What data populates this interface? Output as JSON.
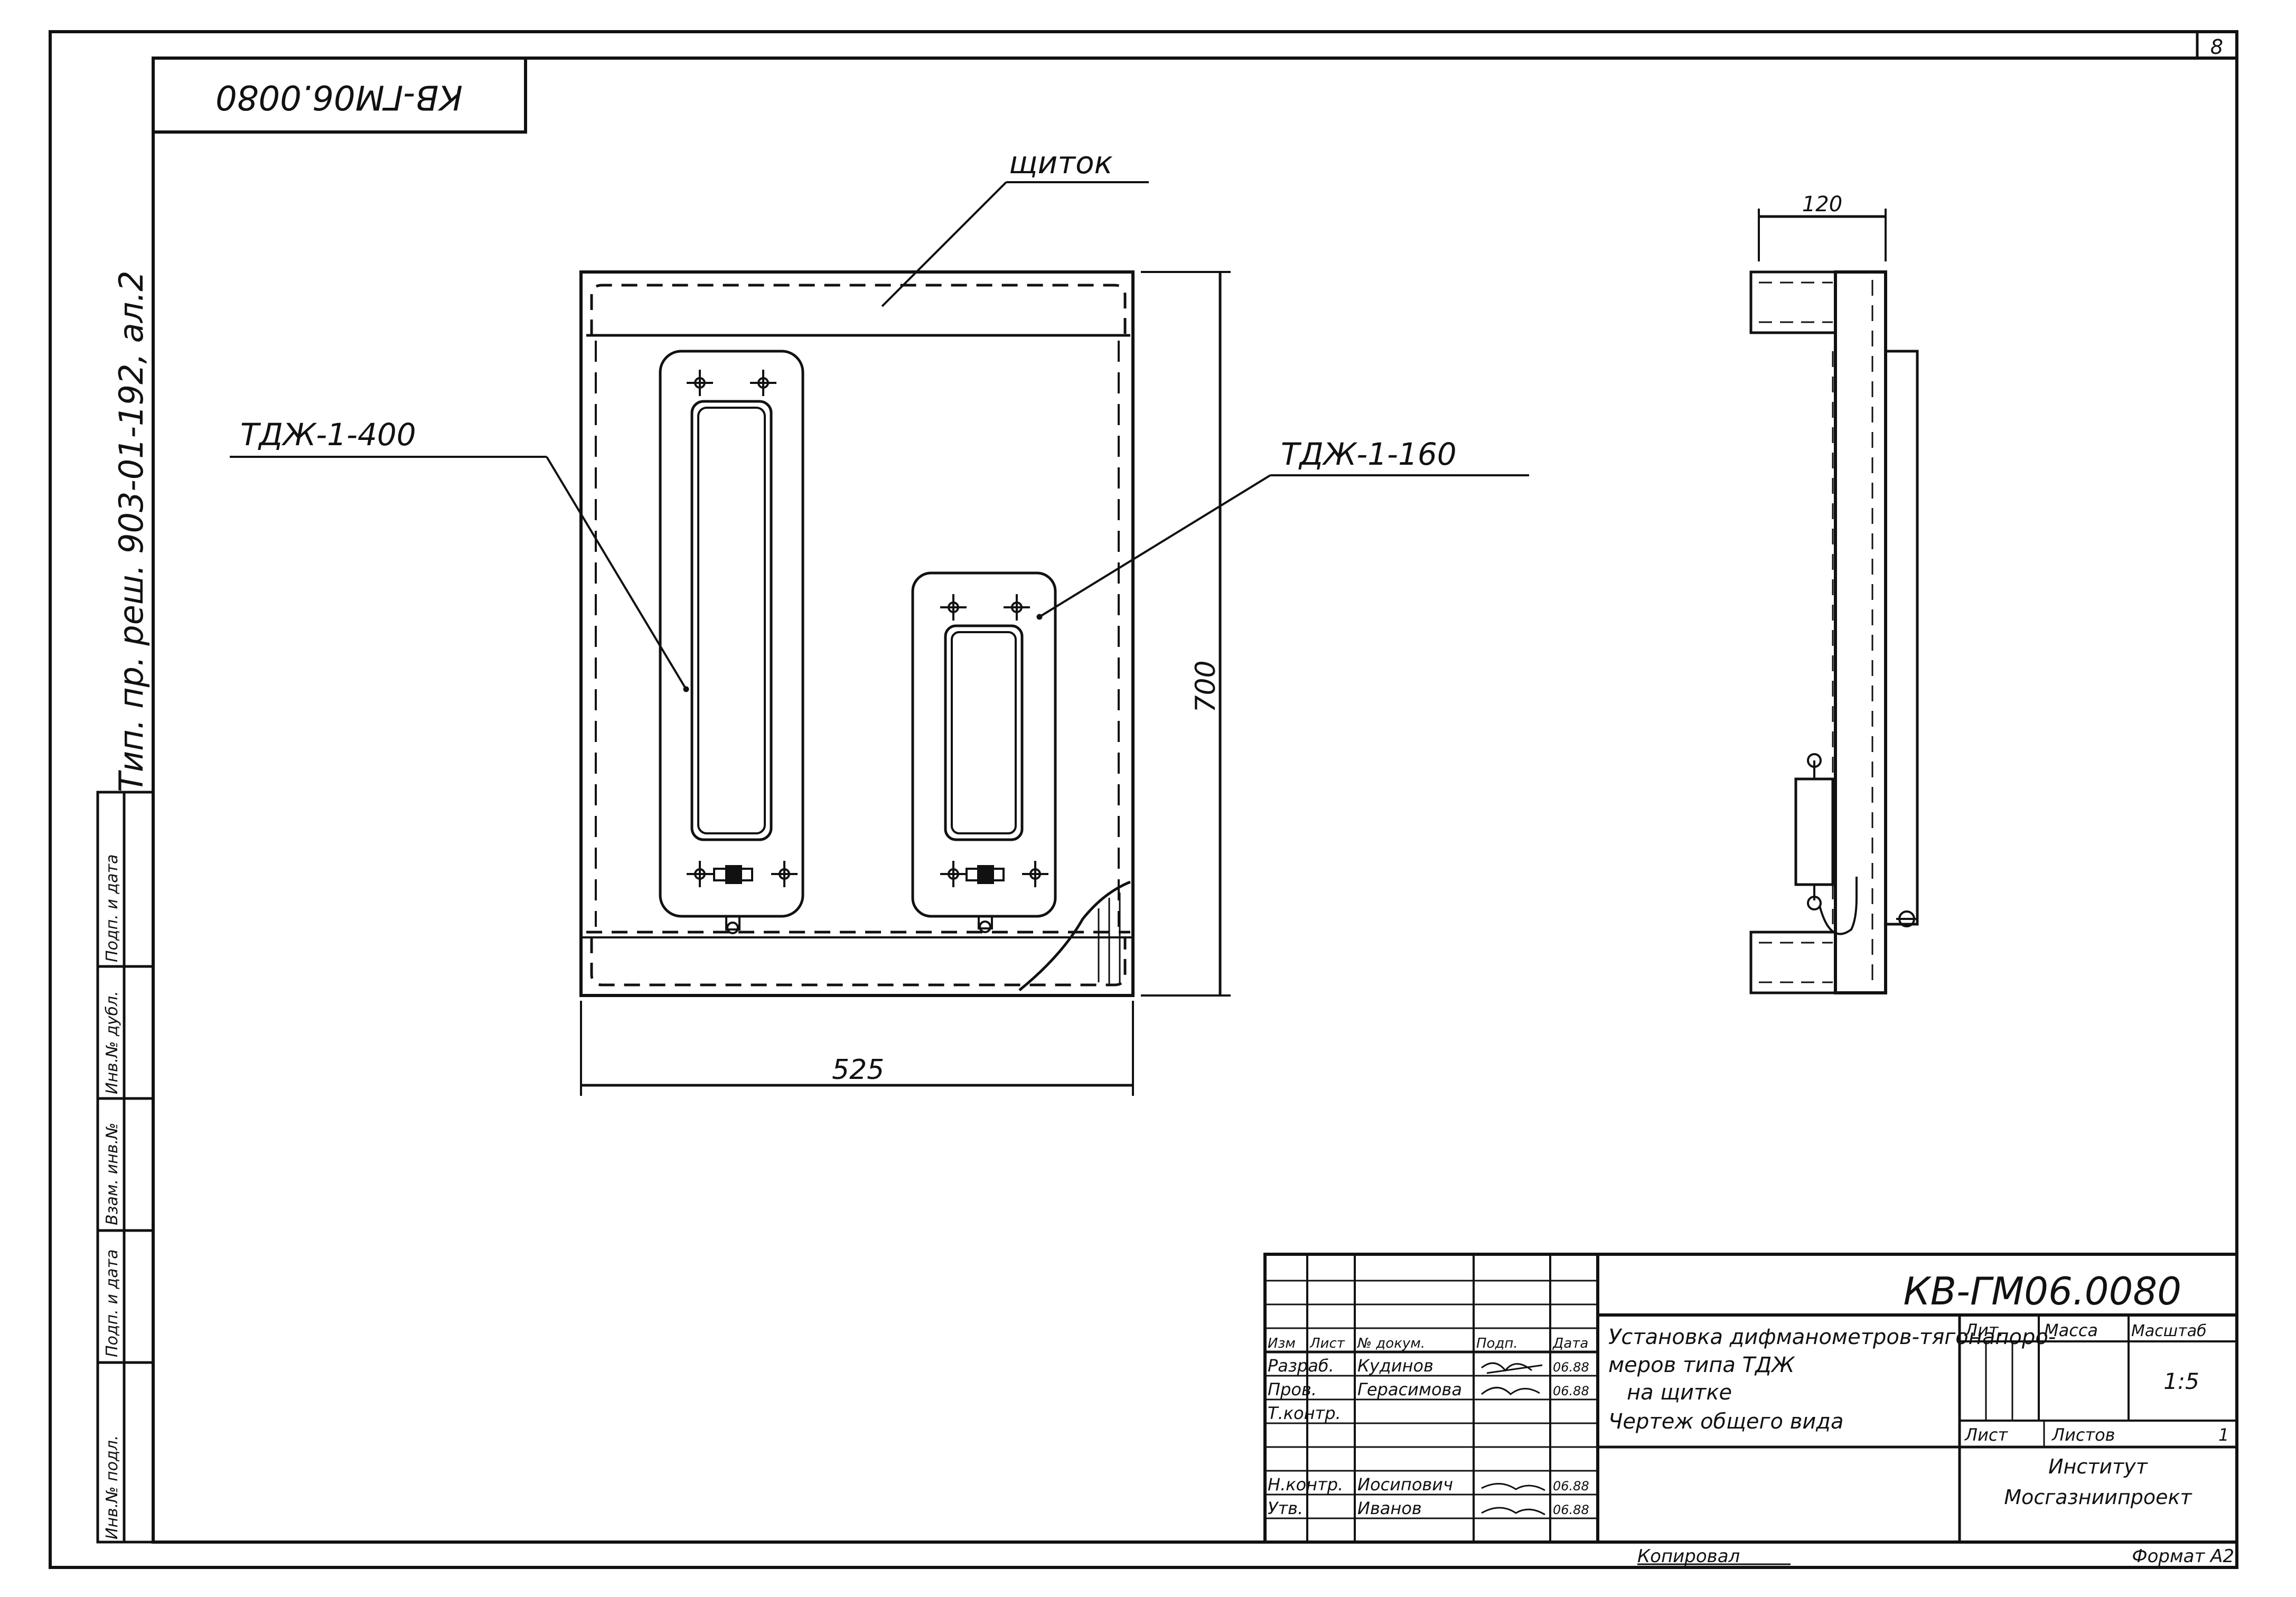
{
  "sheet_number": "8",
  "rotated_code": "КВ-ГМ06.0080",
  "side_note": "Тип. пр. реш. 903-01-192, ал.2",
  "side_stamp": [
    "Инв.№ подл.",
    "Подп. и дата",
    "Взам. инв.№",
    "Инв.№ дубл.",
    "Подп. и дата"
  ],
  "callouts": {
    "panel": "щиток",
    "gauge_left": "ТДЖ-1-400",
    "gauge_right": "ТДЖ-1-160"
  },
  "dimensions": {
    "width": "525",
    "height": "700",
    "depth": "120"
  },
  "title_block": {
    "code": "КВ-ГМ06.0080",
    "title": [
      "Установка дифманометров-тягонапоро-",
      "меров типа ТДЖ",
      "на щитке",
      "Чертеж общего вида"
    ],
    "col_headers": [
      "Изм",
      "Лист",
      "№ докум.",
      "Подп.",
      "Дата"
    ],
    "rows": [
      {
        "role": "Разраб.",
        "name": "Кудинов",
        "date": "06.88"
      },
      {
        "role": "Пров.",
        "name": "Герасимова",
        "date": "06.88"
      },
      {
        "role": "Т.контр.",
        "name": "",
        "date": ""
      },
      {
        "role": "Н.контр.",
        "name": "Иосипович",
        "date": "06.88"
      },
      {
        "role": "Утв.",
        "name": "Иванов",
        "date": "06.88"
      }
    ],
    "lit_label": "Лит.",
    "mass_label": "Масса",
    "scale_label": "Масштаб",
    "scale_value": "1:5",
    "sheet_label": "Лист",
    "sheets_label": "Листов",
    "sheets_value": "1",
    "org": [
      "Институт",
      "Мосгазниипроект"
    ]
  },
  "footer": {
    "copied": "Копировал",
    "format": "Формат А2"
  }
}
